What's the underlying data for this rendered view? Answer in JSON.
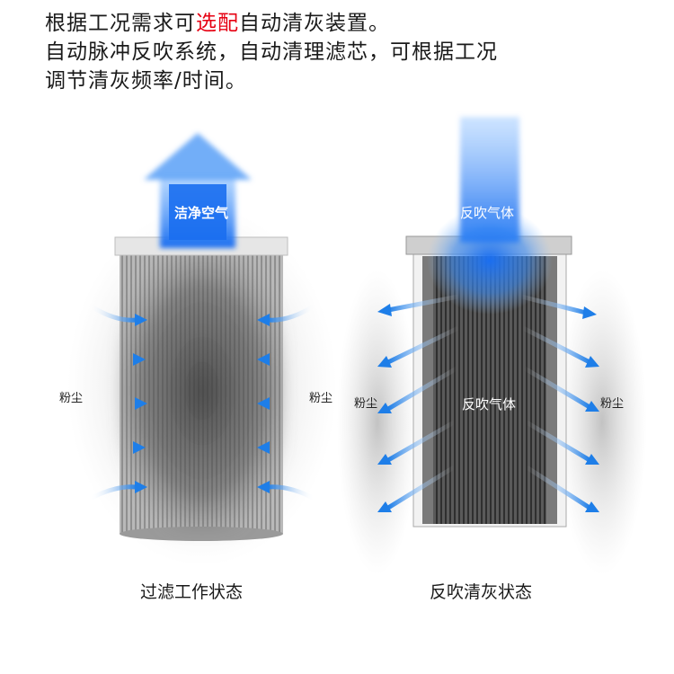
{
  "intro": {
    "line1_prefix": "根据工况需求可",
    "line1_highlight": "选配",
    "line1_suffix": "自动清灰装置。",
    "line2": "自动脉冲反吹系统，自动清理滤芯，可根据工况",
    "line3": "调节清灰频率/时间。",
    "highlight_color": "#e60012"
  },
  "left_panel": {
    "arrow_label": "洁净空气",
    "dust_left": "粉尘",
    "dust_right": "粉尘",
    "caption": "过滤工作状态"
  },
  "right_panel": {
    "arrow_label": "反吹气体",
    "center_label": "反吹气体",
    "dust_left": "粉尘",
    "dust_right": "粉尘",
    "caption": "反吹清灰状态"
  },
  "colors": {
    "arrow_blue": "#1e7ee8",
    "arrow_glow": "#4aa3ff",
    "filter_gray": "#8d8d8d"
  }
}
